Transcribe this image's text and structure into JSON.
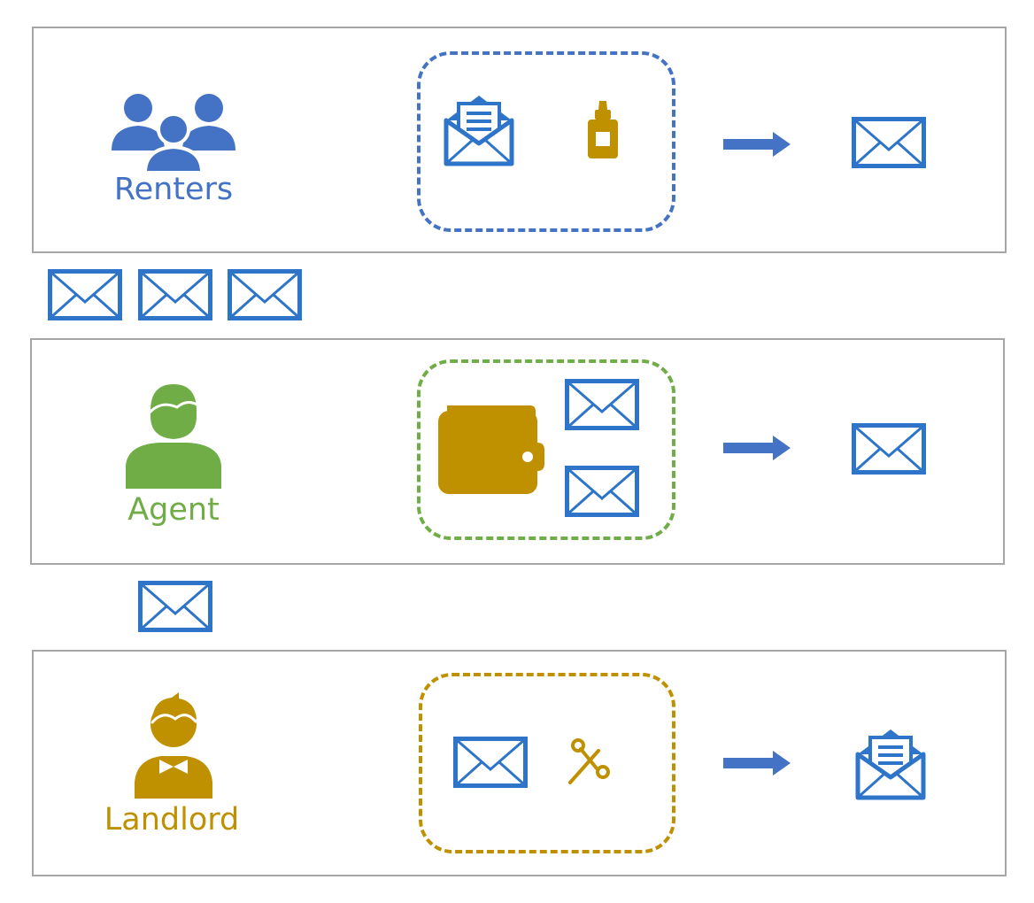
{
  "colors": {
    "renters": "#4472c4",
    "agent": "#70ad47",
    "landlord": "#bf9000",
    "envelope": "#2e75c9",
    "arrow": "#4472c4",
    "panel_border": "#a6a6a6"
  },
  "actors": {
    "renters": {
      "label": "Renters",
      "icon": "group-of-people-icon"
    },
    "agent": {
      "label": "Agent",
      "icon": "person-icon"
    },
    "landlord": {
      "label": "Landlord",
      "icon": "boy-person-icon"
    }
  },
  "rows": [
    {
      "actor": "renters",
      "box_items": [
        "open-letter-icon",
        "glue-bottle-icon"
      ],
      "output": "envelope-icon"
    },
    {
      "actor": "agent",
      "box_items": [
        "wallet-icon",
        "envelope-icon",
        "envelope-icon"
      ],
      "output": "envelope-icon"
    },
    {
      "actor": "landlord",
      "box_items": [
        "envelope-icon",
        "scissors-icon"
      ],
      "output": "open-letter-icon"
    }
  ],
  "between_rows": [
    {
      "after": "renters",
      "envelopes": 3
    },
    {
      "after": "agent",
      "envelopes": 1
    }
  ]
}
